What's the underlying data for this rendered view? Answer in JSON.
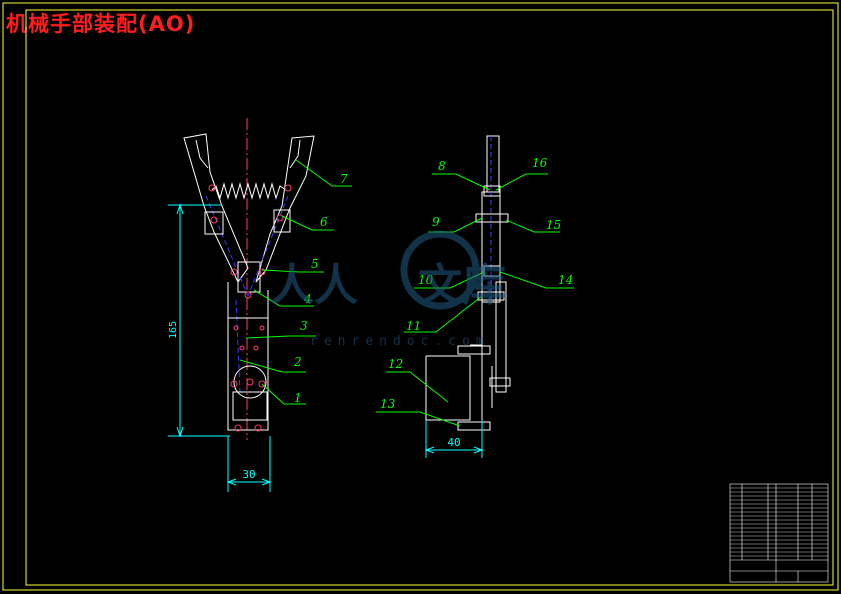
{
  "drawing": {
    "title": "机械手部装配(AO)",
    "watermark": {
      "cn_left": "人人",
      "cn_right": "文库",
      "url": "renrendoc.com"
    },
    "dimensions": {
      "height": "165",
      "width_front": "30",
      "width_side": "40"
    },
    "front_callouts": [
      "7",
      "6",
      "5",
      "4",
      "3",
      "2",
      "1"
    ],
    "side_callouts": [
      "8",
      "16",
      "9",
      "15",
      "10",
      "14",
      "11",
      "12",
      "13"
    ]
  },
  "colors": {
    "frame": "#ffff33",
    "outline": "#ffffff",
    "hidden": "#3a3aff",
    "centerline": "#ff3a6a",
    "dimension": "#00ffff",
    "leader": "#00ff00",
    "title": "#ff1e1e"
  }
}
